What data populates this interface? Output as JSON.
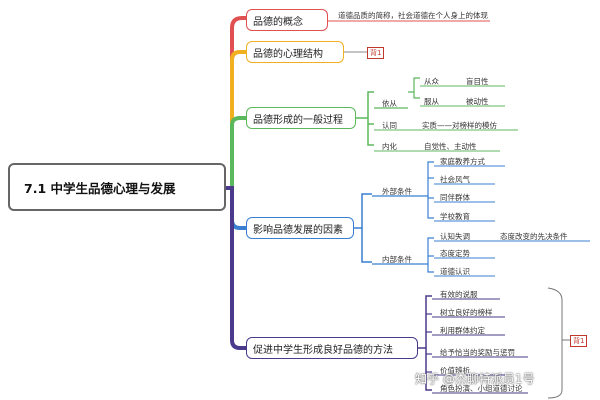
{
  "root": "7.1 中学生品德心理与发展",
  "branches": {
    "concept": {
      "label": "品德的概念",
      "definition": "道德品质的简称，社会道德在个人身上的体现"
    },
    "structure": {
      "label": "品德的心理结构",
      "note": "背1"
    },
    "formation": {
      "label": "品德形成的一般过程",
      "comply": "依从",
      "conform": "从众",
      "conform_trait": "盲目性",
      "obey": "服从",
      "obey_trait": "被动性",
      "identify": "认同",
      "identify_desc": "实质——对榜样的模仿",
      "internalize": "内化",
      "internalize_desc": "自觉性、主动性"
    },
    "factors": {
      "label": "影响品德发展的因素",
      "external": "外部条件",
      "external_items": [
        "家庭教养方式",
        "社会风气",
        "同伴群体",
        "学校教育"
      ],
      "internal": "内部条件",
      "dissonance": "认知失调",
      "dissonance_desc": "态度改变的先决条件",
      "internal_items": [
        "态度定势",
        "道德认识"
      ]
    },
    "methods": {
      "label": "促进中学生形成良好品德的方法",
      "items": [
        "有效的说服",
        "树立良好的榜样",
        "利用群体约定",
        "给予恰当的奖励与惩罚",
        "价值辨析",
        "角色扮演、小组道德讨论"
      ],
      "note": "背1"
    }
  },
  "watermark": "知乎 @杰聊特派员1号",
  "colors": {
    "concept": "#e05050",
    "structure": "#f0b020",
    "formation": "#5cb85c",
    "factors": "#3a7fd0",
    "methods": "#4b3a8c"
  }
}
